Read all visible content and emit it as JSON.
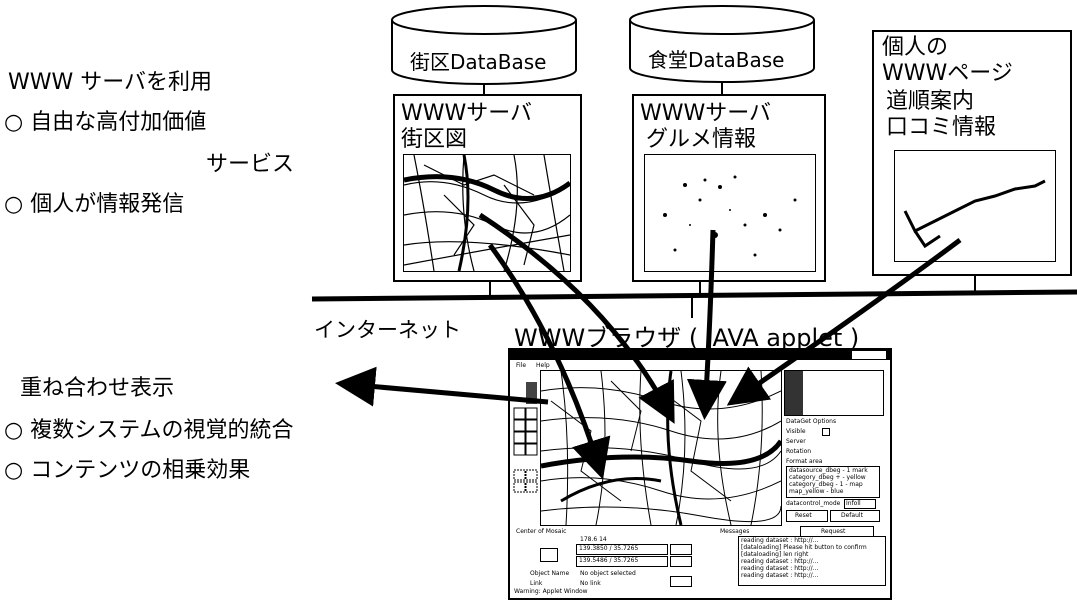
{
  "left_top": {
    "heading": "WWW サーバを利用",
    "item1_line1": "○ 自由な高付加価値",
    "item1_line2": "サービス",
    "item2": "○ 個人が情報発信"
  },
  "left_bottom": {
    "heading": "重ね合わせ表示",
    "item1": "○ 複数システムの視覚的統合",
    "item2": "○ コンテンツの相乗効果"
  },
  "network_label": "インターネット",
  "databases": [
    {
      "label": "街区DataBase"
    },
    {
      "label": "食堂DataBase"
    }
  ],
  "servers": [
    {
      "line1": "WWWサーバ",
      "line2": "街区図"
    },
    {
      "line1": "WWWサーバ",
      "line2": "グルメ情報"
    }
  ],
  "personal": {
    "line1": "個人の",
    "line2": "WWWページ",
    "line3": "道順案内",
    "line4": "口コミ情報"
  },
  "browser": {
    "title": "WWWブラウザ ( JAVA applet )",
    "menu_file": "File",
    "menu_help": "Help",
    "panel_title": "DataGet Options",
    "visible_label": "Visible",
    "server_label": "Server",
    "rotation_label": "Rotation",
    "format_label": "Format area",
    "list_items": [
      "datasource_dbeg - 1 mark",
      "category_dbeg + - yellow",
      "category_dbeg - 1 - map",
      "map_yellow - blue"
    ],
    "data_label": "datacontrol_mode",
    "data_value": "Infoll",
    "reset_btn": "Reset",
    "default_btn": "Default",
    "request_btn": "Request",
    "coord_header": "Center of Mosaic",
    "coord_value_label": "178.6   14",
    "coord1": "139.3850 / 35.7265",
    "coord2": "139.5486 / 35.7265",
    "object_name_label": "Object Name",
    "object_name_value": "No object selected",
    "link_label": "Link",
    "link_value": "No link",
    "log_header": "Messages",
    "log_lines": [
      "reading dataset : http://...",
      "[dataloading] Please hit button to confirm",
      "[dataloading] len right",
      "reading dataset : http://...",
      "reading dataset : http://...",
      "reading dataset : http://..."
    ],
    "status": "Warning: Applet Window"
  }
}
